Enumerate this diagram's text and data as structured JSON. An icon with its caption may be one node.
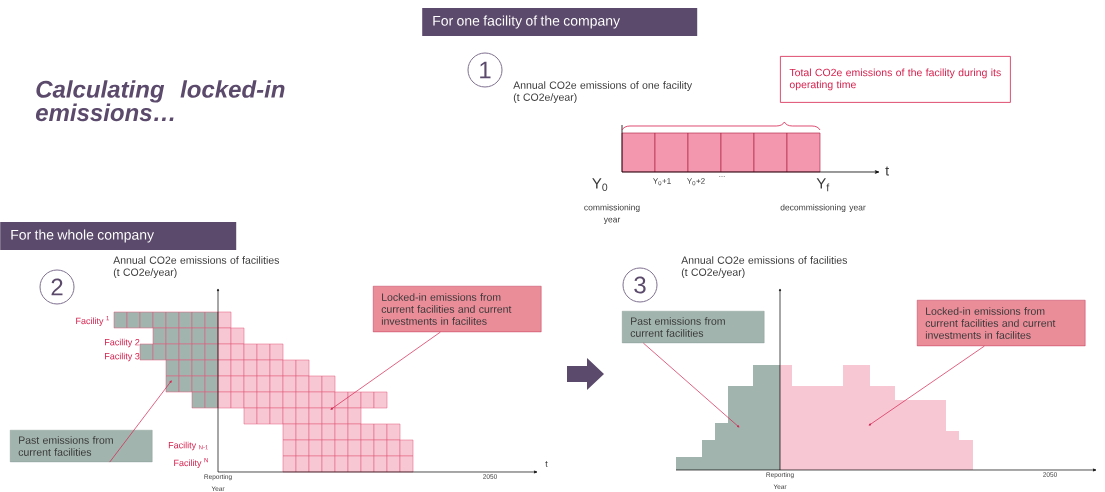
{
  "diagram": {
    "title": "Calculating locked-in emissions…",
    "nodes": [
      {
        "text": [
          "For one facility of the company"
        ]
      },
      {
        "text": [
          "1"
        ]
      },
      {
        "text": [
          "Total CO2e emissions of the facility during its operating time"
        ]
      },
      {
        "text": [
          "For the whole company"
        ]
      },
      {
        "text": [
          "2"
        ]
      },
      {
        "text": [
          "Locked-in emissions from current facilities and current investments in facilites"
        ]
      },
      {
        "text": [
          "Past emissions from current facilities"
        ]
      },
      {
        "text": [
          "3"
        ]
      },
      {
        "text": [
          "Past emissions from current facilities"
        ]
      },
      {
        "text": [
          "Locked-in emissions from current facilities and current investments in facilites"
        ]
      },
      {
        "text": [],
        "shape": "box"
      },
      {
        "text": [],
        "shape": "box"
      }
    ],
    "edges": [
      {
        "from": 5,
        "to": null,
        "arrow": "to"
      },
      {
        "from": 6,
        "to": null,
        "arrow": "to"
      },
      {
        "from": 8,
        "to": 10,
        "arrow": "to"
      },
      {
        "from": 9,
        "to": 11,
        "arrow": "to"
      }
    ],
    "labels": [
      "Annual CO2e emissions of one facility (t CO2e/year)",
      "t",
      "Y$_{0}$",
      "Y$_{0}$+1",
      "Y$_{0}$+2",
      "...",
      "Y$_{f}$",
      "commissioning year",
      "decommissioning year",
      "Annual CO2e emissions of facilities (t CO2e/year)",
      "Facility $^{1}$",
      "Facility 2",
      "Facility 3",
      "Facility $_{N-1}$",
      "Facility $^{N}$",
      "t",
      "Reporting Year",
      "2050",
      "Annual CO2e emissions of facilities (t CO2e/year)",
      "Reporting Year",
      "2050"
    ]
  }
}
